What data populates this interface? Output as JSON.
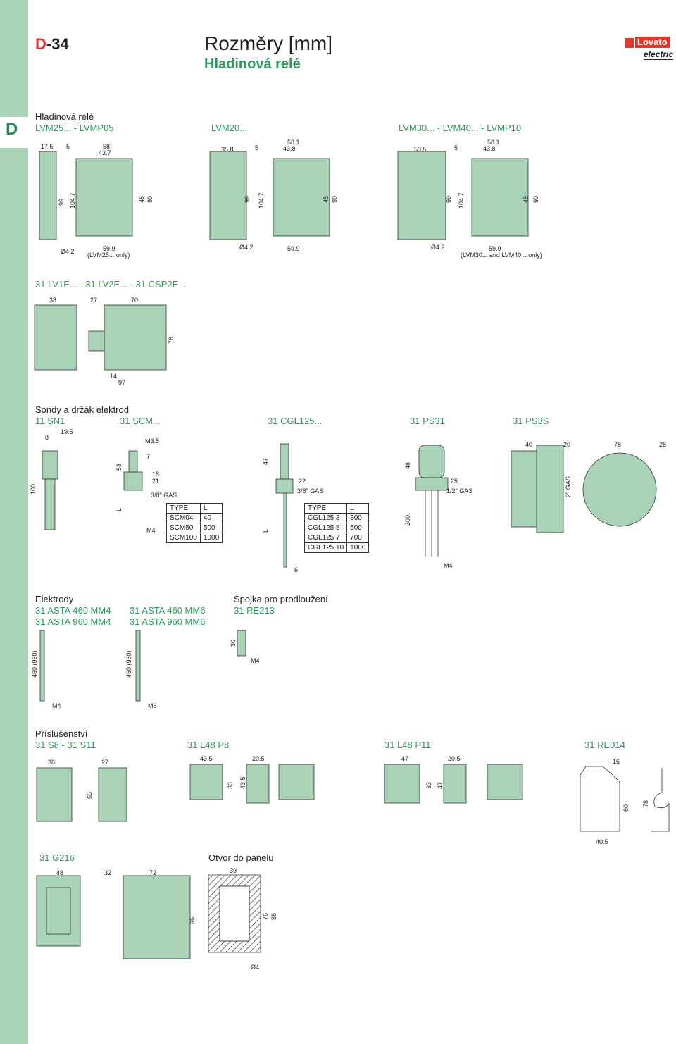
{
  "header": {
    "page_letter": "D",
    "page_number": "-34",
    "title": "Rozměry [mm]",
    "subtitle": "Hladinová relé",
    "logo_top": "Lovato",
    "logo_bottom": "electric"
  },
  "colors": {
    "sidebar": "#a9d3b7",
    "accent_green": "#2b9a5a",
    "accent_red": "#e03a2f",
    "part_fill": "#a9d3b7"
  },
  "sidebar": {
    "letter": "D"
  },
  "section1": {
    "heading": "Hladinová relé",
    "group_a": "LVM25... - LVMP05",
    "group_b": "LVM20...",
    "group_c": "LVM30... - LVM40... - LVMP10",
    "dims_a": [
      "17.5",
      "5",
      "58",
      "43.7",
      "99",
      "104.7",
      "45",
      "90",
      "Ø4.2",
      "59.9",
      "(LVM25... only)"
    ],
    "dims_b": [
      "35.8",
      "5",
      "58.1",
      "43.8",
      "99",
      "104.7",
      "45",
      "90",
      "Ø4.2",
      "59.9"
    ],
    "dims_c": [
      "53.5",
      "5",
      "58.1",
      "43.8",
      "99",
      "104.7",
      "45",
      "90",
      "Ø4.2",
      "59.9",
      "(LVM30... and LVM40... only)"
    ]
  },
  "section2": {
    "heading": "31 LV1E... - 31 LV2E... - 31 CSP2E...",
    "dims": [
      "38",
      "27",
      "70",
      "76",
      "14",
      "97"
    ]
  },
  "section3": {
    "heading": "Sondy a držák elektrod",
    "groups": [
      "11 SN1",
      "31 SCM...",
      "31 CGL125...",
      "31 PS31",
      "31 PS3S"
    ],
    "dims_sn1": [
      "8",
      "19.5",
      "100"
    ],
    "dims_scm": [
      "M3.5",
      "7",
      "53",
      "18",
      "21",
      "3/8\" GAS",
      "L",
      "M4"
    ],
    "table_scm": {
      "headers": [
        "TYPE",
        "L"
      ],
      "rows": [
        [
          "SCM04",
          "40"
        ],
        [
          "SCM50",
          "500"
        ],
        [
          "SCM100",
          "1000"
        ]
      ]
    },
    "dims_cgl": [
      "47",
      "22",
      "3/8\" GAS",
      "L",
      "6"
    ],
    "table_cgl": {
      "headers": [
        "TYPE",
        "L"
      ],
      "rows": [
        [
          "CGL125 3",
          "300"
        ],
        [
          "CGL125 5",
          "500"
        ],
        [
          "CGL125 7",
          "700"
        ],
        [
          "CGL125 10",
          "1000"
        ]
      ]
    },
    "dims_ps31": [
      "48",
      "25",
      "1/2\" GAS",
      "300",
      "M4"
    ],
    "dims_ps3s": [
      "40",
      "20",
      "78",
      "28",
      "2\" GAS"
    ]
  },
  "section4": {
    "heading": "Elektrody",
    "items": [
      "31 ASTA 460 MM4",
      "31 ASTA 960 MM4",
      "31 ASTA 460 MM6",
      "31 ASTA 960 MM6"
    ],
    "heading2": "Spojka pro prodloužení",
    "item2": "31 RE213",
    "dims": [
      "460 (960)",
      "M4",
      "460 (960)",
      "M6",
      "30",
      "M4"
    ]
  },
  "section5": {
    "heading": "Příslušenství",
    "groups": [
      "31 S8 - 31 S11",
      "31 L48 P8",
      "31 L48 P11",
      "31 RE014"
    ],
    "dims_s8": [
      "38",
      "27",
      "65"
    ],
    "dims_p8": [
      "43.5",
      "20.5",
      "33",
      "43.5"
    ],
    "dims_p11": [
      "47",
      "20.5",
      "33",
      "47"
    ],
    "dims_re014": [
      "16",
      "60",
      "78",
      "40.5"
    ]
  },
  "section6": {
    "group_a": "31 G216",
    "group_b": "Otvor do panelu",
    "dims_g216": [
      "48",
      "32",
      "72",
      "96"
    ],
    "dims_panel": [
      "39",
      "76",
      "86",
      "Ø4"
    ]
  }
}
